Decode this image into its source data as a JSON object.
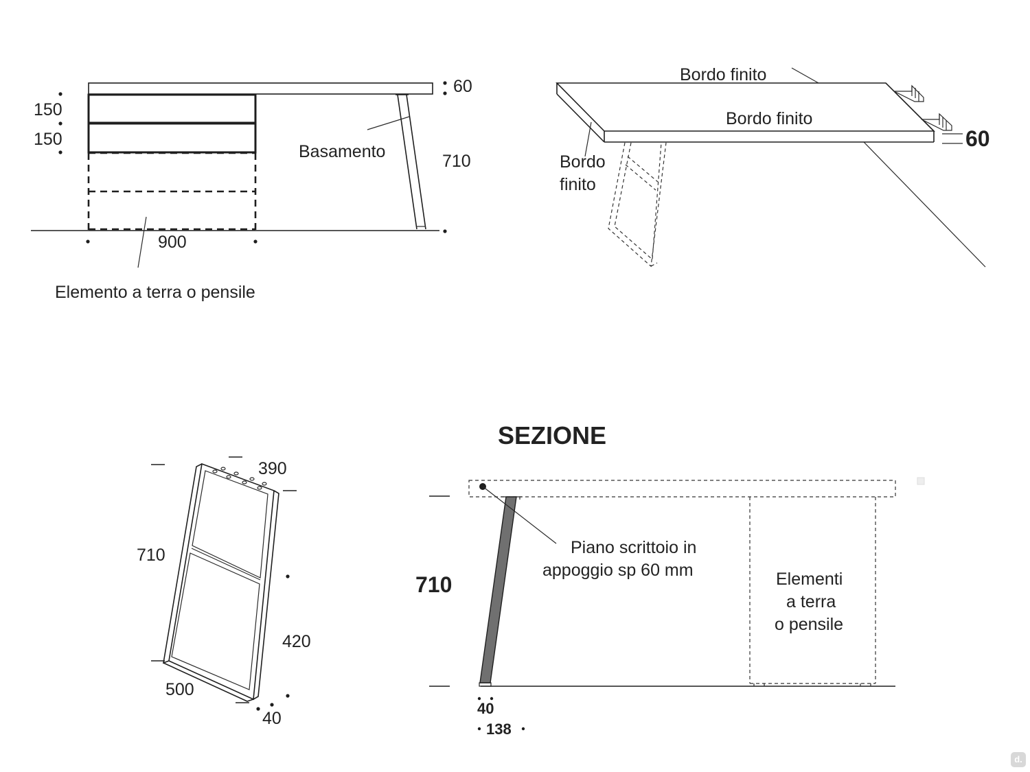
{
  "front_view": {
    "dim_drawer_top": "150",
    "dim_drawer_bottom": "150",
    "dim_top_thickness": "60",
    "label_base": "Basamento",
    "dim_height": "710",
    "dim_width": "900",
    "label_element": "Elemento a terra o pensile"
  },
  "perspective_view": {
    "label_edge_back": "Bordo finito",
    "label_edge_front": "Bordo finito",
    "label_edge_side_line1": "Bordo",
    "label_edge_side_line2": "finito",
    "dim_thickness": "60"
  },
  "leg_view": {
    "dim_top_depth": "390",
    "dim_height": "710",
    "dim_bar_height": "420",
    "dim_bottom_depth": "500",
    "dim_profile": "40"
  },
  "section_view": {
    "title": "SEZIONE",
    "dim_height": "710",
    "label_top_line1": "Piano scrittoio in",
    "label_top_line2": "appoggio sp 60 mm",
    "label_elements_line1": "Elementi",
    "label_elements_line2": "a terra",
    "label_elements_line3": "o pensile",
    "dim_profile": "40",
    "dim_offset": "138"
  },
  "watermark": "d."
}
